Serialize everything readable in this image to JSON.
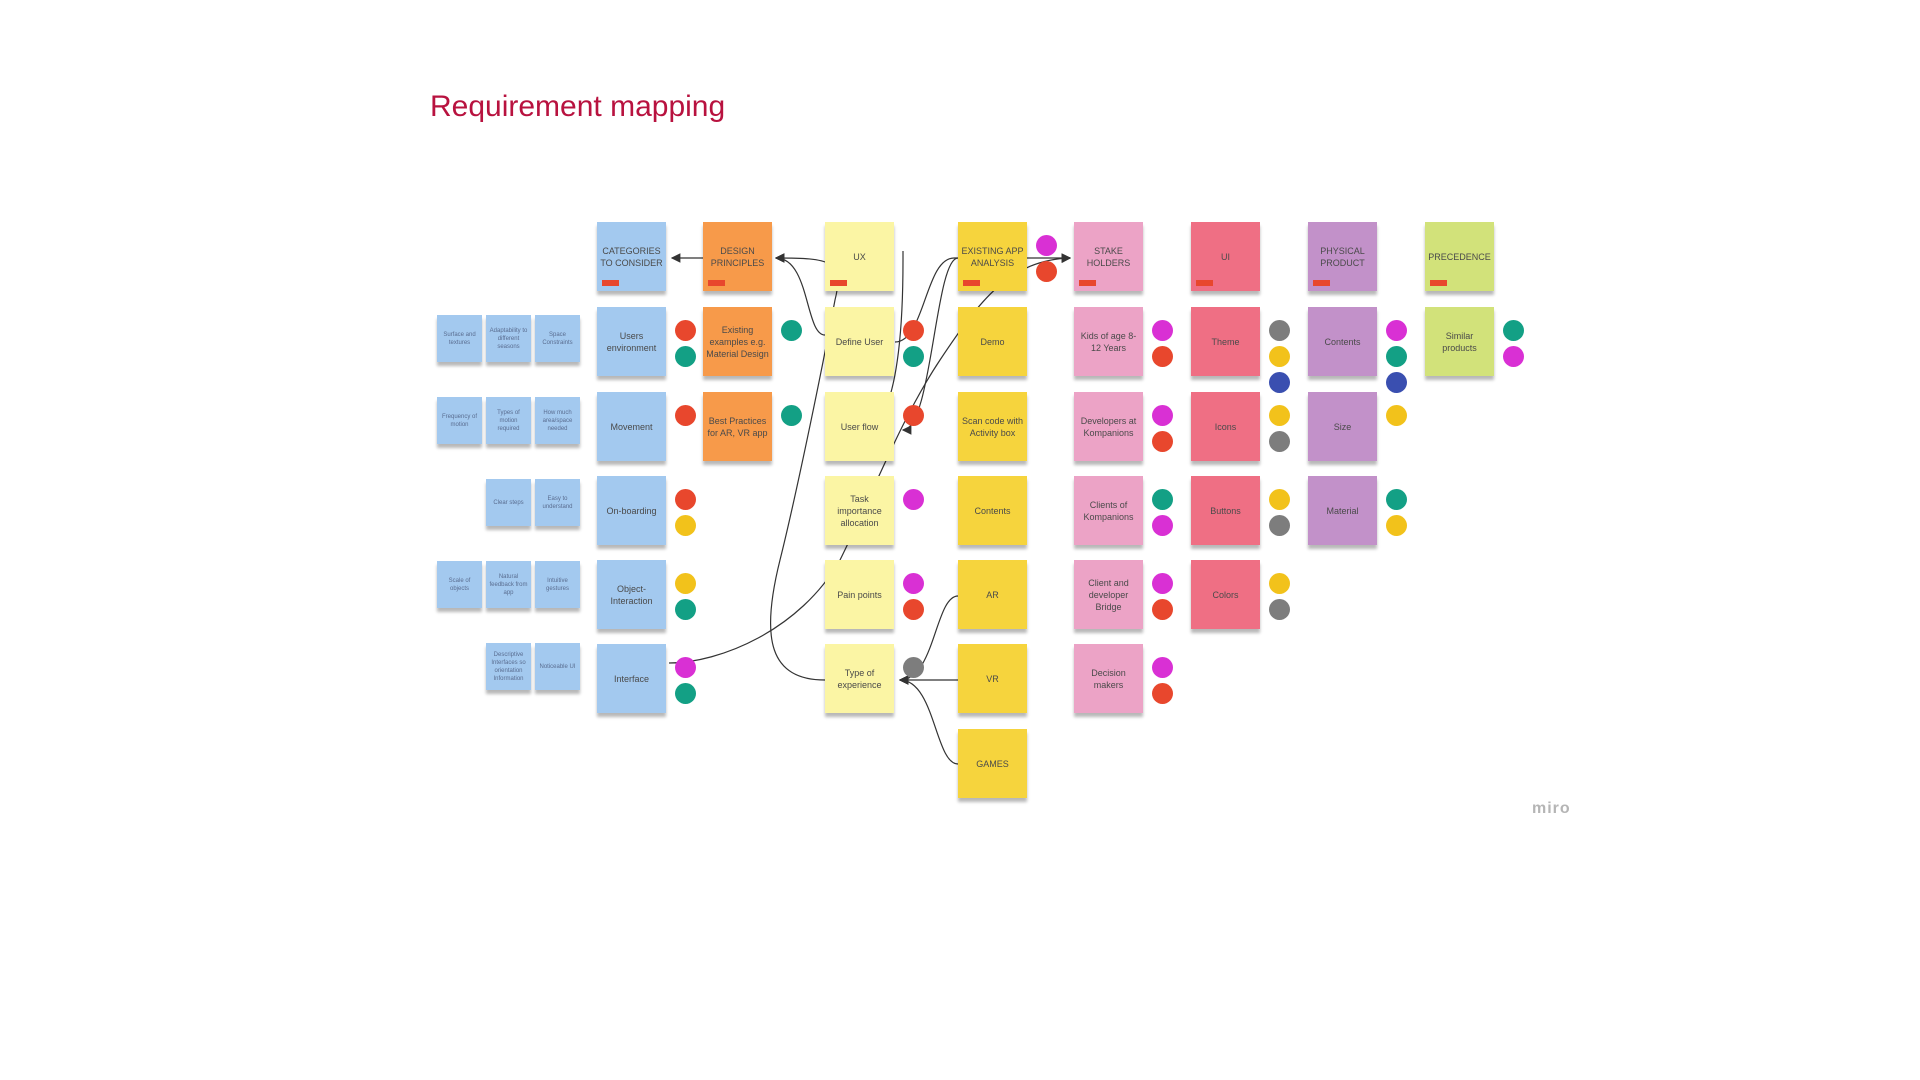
{
  "slide": {
    "title": "Requirement mapping",
    "watermark": "miro",
    "colors": {
      "title": "#b8123f",
      "blue": "#a3c9ef",
      "orange": "#f79a4a",
      "yellow_light": "#fbf5a4",
      "yellow": "#f6d43d",
      "pink": "#eca3c6",
      "red": "#ef6f84",
      "purple": "#c291c9",
      "green": "#d2e27a",
      "tag": "#e8472d"
    }
  },
  "columns": [
    {
      "id": "categories",
      "color": "#a3c9ef",
      "items": [
        {
          "label": "CATEGORIES TO CONSIDER",
          "header": true,
          "dots": []
        },
        {
          "label": "Users environment",
          "dots": [
            "#e8472d",
            "#13a085"
          ]
        },
        {
          "label": "Movement",
          "dots": [
            "#e8472d"
          ]
        },
        {
          "label": "On-boarding",
          "dots": [
            "#e8472d",
            "#f2c21b"
          ]
        },
        {
          "label": "Object-Interaction",
          "dots": [
            "#f2c21b",
            "#13a085"
          ]
        },
        {
          "label": "Interface",
          "dots": [
            "#d930d4",
            "#13a085"
          ]
        }
      ]
    },
    {
      "id": "design",
      "color": "#f79a4a",
      "items": [
        {
          "label": "DESIGN PRINCIPLES",
          "header": true,
          "dots": []
        },
        {
          "label": "Existing examples e.g. Material Design",
          "dots": [
            "#13a085"
          ]
        },
        {
          "label": "Best Practices for AR, VR app",
          "dots": [
            "#13a085"
          ]
        }
      ]
    },
    {
      "id": "ux",
      "color": "#fbf5a4",
      "items": [
        {
          "label": "UX",
          "header": true,
          "dots": []
        },
        {
          "label": "Define User",
          "dots": [
            "#e8472d",
            "#13a085"
          ]
        },
        {
          "label": "User flow",
          "dots": [
            "#e8472d"
          ]
        },
        {
          "label": "Task importance allocation",
          "dots": [
            "#d930d4"
          ]
        },
        {
          "label": "Pain points",
          "dots": [
            "#d930d4",
            "#e8472d"
          ]
        },
        {
          "label": "Type of experience",
          "dots": [
            "#7d7d7d"
          ]
        }
      ]
    },
    {
      "id": "existing",
      "color": "#f6d43d",
      "items": [
        {
          "label": "EXISTING APP ANALYSIS",
          "header": true,
          "dots": [
            "#d930d4",
            "#e8472d"
          ]
        },
        {
          "label": "Demo",
          "dots": []
        },
        {
          "label": "Scan code with Activity box",
          "dots": []
        },
        {
          "label": "Contents",
          "dots": []
        },
        {
          "label": "AR",
          "dots": []
        },
        {
          "label": "VR",
          "dots": []
        },
        {
          "label": "GAMES",
          "dots": []
        }
      ]
    },
    {
      "id": "stakeholders",
      "color": "#eca3c6",
      "items": [
        {
          "label": "STAKE HOLDERS",
          "header": true,
          "dots": []
        },
        {
          "label": "Kids of age 8-12 Years",
          "dots": [
            "#d930d4",
            "#e8472d"
          ]
        },
        {
          "label": "Developers at Kompanions",
          "dots": [
            "#d930d4",
            "#e8472d"
          ]
        },
        {
          "label": "Clients of Kompanions",
          "dots": [
            "#13a085",
            "#d930d4"
          ]
        },
        {
          "label": "Client and developer Bridge",
          "dots": [
            "#d930d4",
            "#e8472d"
          ]
        },
        {
          "label": "Decision makers",
          "dots": [
            "#d930d4",
            "#e8472d"
          ]
        }
      ]
    },
    {
      "id": "ui",
      "color": "#ef6f84",
      "items": [
        {
          "label": "UI",
          "header": true,
          "dots": []
        },
        {
          "label": "Theme",
          "dots": [
            "#7d7d7d",
            "#f2c21b",
            "#3a4fb0"
          ]
        },
        {
          "label": "Icons",
          "dots": [
            "#f2c21b",
            "#7d7d7d"
          ]
        },
        {
          "label": "Buttons",
          "dots": [
            "#f2c21b",
            "#7d7d7d"
          ]
        },
        {
          "label": "Colors",
          "dots": [
            "#f2c21b",
            "#7d7d7d"
          ]
        }
      ]
    },
    {
      "id": "physical",
      "color": "#c291c9",
      "items": [
        {
          "label": "PHYSICAL PRODUCT",
          "header": true,
          "dots": []
        },
        {
          "label": "Contents",
          "dots": [
            "#d930d4",
            "#13a085",
            "#3a4fb0"
          ]
        },
        {
          "label": "Size",
          "dots": [
            "#f2c21b"
          ]
        },
        {
          "label": "Material",
          "dots": [
            "#13a085",
            "#f2c21b"
          ]
        }
      ]
    },
    {
      "id": "precedence",
      "color": "#d2e27a",
      "items": [
        {
          "label": "PRECEDENCE",
          "header": true,
          "dots": []
        },
        {
          "label": "Similar products",
          "dots": [
            "#13a085",
            "#d930d4"
          ]
        }
      ]
    }
  ],
  "small_notes": [
    [
      "Surface and textures",
      "Adaptability to different seasons",
      "Space Constraints"
    ],
    [
      "Frequency of motion",
      "Types of motion required",
      "How much area/space needed"
    ],
    [
      "",
      "Clear steps",
      "Easy to understand"
    ],
    [
      "Scale of objects",
      "Natural feedback from app",
      "Intuitive gestures"
    ],
    [
      "",
      "Descriptive Interfaces so orientation Information",
      "Noticeable UI"
    ]
  ]
}
